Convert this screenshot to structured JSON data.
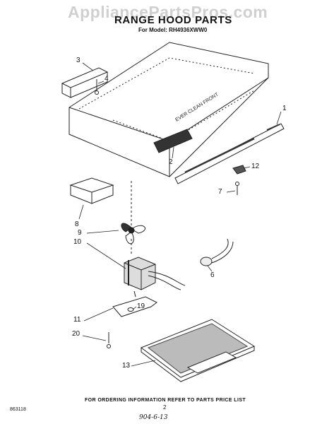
{
  "header": {
    "watermark": "AppliancePartsPros.com",
    "title": "RANGE HOOD PARTS",
    "model": "For Model: RH4936XWW0"
  },
  "callouts": [
    "1",
    "2",
    "3",
    "4",
    "6",
    "7",
    "8",
    "9",
    "10",
    "11",
    "12",
    "13",
    "19",
    "20"
  ],
  "hood_stamp": "EVER CLEAN FRONT",
  "footer": {
    "order_note": "FOR ORDERING INFORMATION REFER TO PARTS PRICE LIST",
    "doc_code": "863118",
    "page": "2",
    "handwritten": "904-6-13"
  }
}
